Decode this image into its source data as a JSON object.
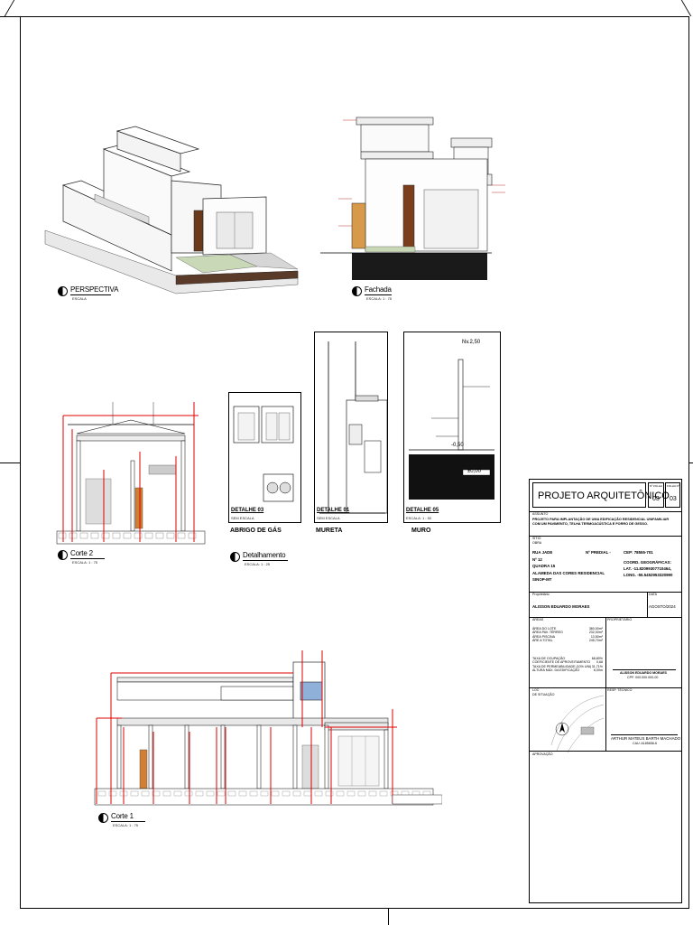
{
  "views": {
    "perspectiva": {
      "title": "PERSPECTIVA",
      "scale": "ESCALA"
    },
    "fachada": {
      "title": "Fachada",
      "scale": "ESCALA: 1 : 75"
    },
    "corte2": {
      "title": "Corte 2",
      "scale": "ESCALA: 1 : 75"
    },
    "detalhamento": {
      "title": "Detalhamento",
      "scale": "ESCALA: 1 : 25"
    },
    "corte1": {
      "title": "Corte 1",
      "scale": "ESCALA: 1 : 75"
    }
  },
  "details": {
    "abrigo": {
      "caption": "ABRIGO DE GÁS",
      "tag": "DETALHE 03",
      "tag_scale": "SEM ESCALA"
    },
    "mureta": {
      "caption": "MURETA",
      "tag": "DETALHE 01",
      "tag_scale": "SEM ESCALA"
    },
    "muro": {
      "caption": "MURO",
      "tag": "DETALHE 05",
      "tag_scale": "ESCALA: 1 : 50",
      "level_top": "Nv.2,50",
      "level_mid": "-0,50",
      "level_base": "±0,00"
    }
  },
  "title_block": {
    "title": "PROJETO ARQUITETÔNICO",
    "sheet_label": "Nº FOLHA",
    "sheet_value": "03",
    "total_label": "FOLHA Nº",
    "total_value": "03",
    "subject_label": "ASSUNTO",
    "subject": "PROJETO PARA IMPLANTAÇÃO DE UMA EDIFICAÇÃO RESIDENCIAL UNIFAMILIAR COM UM PAVIMENTO, TELHA TERMOACÚSTICA E FORRO DE GESSO.",
    "site_label": "SÍTIO",
    "site_sub": "OBRA",
    "street": "RUA JADE",
    "building_no_label": "Nº PREDIAL -",
    "number": "Nº 12",
    "quadra": "QUADRA 15",
    "district": "ALAMEDA DAS CORES RESIDENCIAL",
    "city": "SINOP-MT",
    "cep": "CEP: 78555-701",
    "coord_label": "COORD. GEOGRÁFICAS:",
    "lat": "LAT. -11.82099307710464,",
    "long": "LONG. -55.5452953320990",
    "owner_label": "Proprietário",
    "owner": "ALISSON EDUARDO MORAES",
    "date_label": "DATA",
    "date": "AGOSTO/2024",
    "areas_label": "ÁREAS",
    "areas": [
      {
        "label": "ÁREA DO LOTE",
        "value": "360,00m²"
      },
      {
        "label": "ÁREA PAV. TÉRREO",
        "value": "232,00m²"
      },
      {
        "label": "ÁREA PISCINA",
        "value": "13,50m²"
      },
      {
        "label": "ÁRE A TOTAL",
        "value": "245,70m²"
      }
    ],
    "rates": [
      {
        "label": "TAXA DE OCUPAÇÃO",
        "value": "68,80%"
      },
      {
        "label": "COEFICIENTE DE APROVEITAMENTO",
        "value": "0,68"
      },
      {
        "label": "TAXA DE PERMEABILIDADE (10% UNI)",
        "value": "31,71%"
      },
      {
        "label": "ALTURA MÁX. DA EDIFICAÇÃO",
        "value": "6,00m"
      }
    ],
    "owner_sign_label": "PROPRIETÁRIO",
    "owner_sign_name": "ALISSON EDUARDO MORAES",
    "owner_sign_doc": "CPF: 000.000.000-00",
    "location_label": "LOC",
    "location_sub": "DE SITUAÇÃO",
    "resp_label": "RESP. TÉCNICO",
    "resp_name": "ARTHUR MATEUS BARTH MACHADO",
    "resp_doc": "CAU: A185658-6",
    "approval_label": "APROVAÇÃO"
  }
}
